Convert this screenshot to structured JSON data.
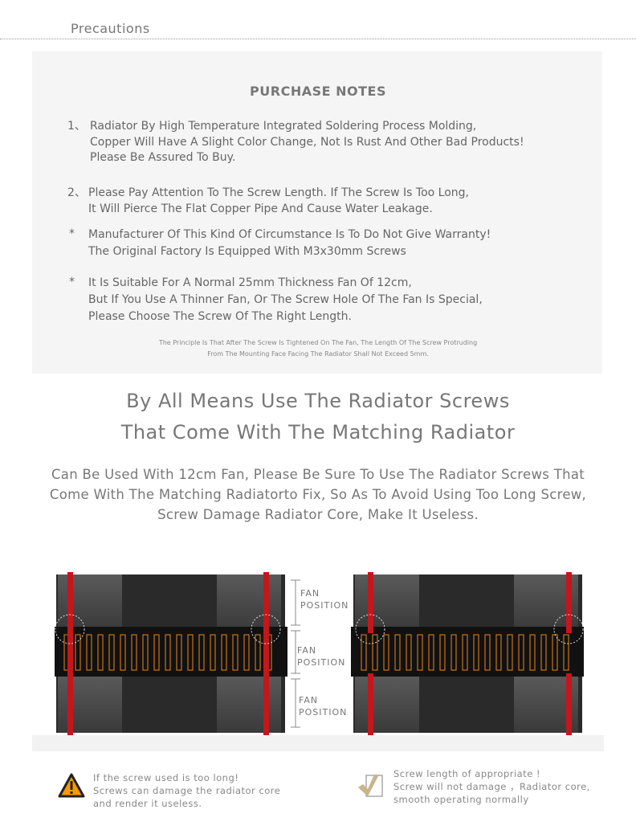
{
  "header": {
    "title": "Precautions"
  },
  "purchase_notes": {
    "title": "PURCHASE NOTES",
    "items": [
      {
        "marker": "1、",
        "lines": [
          "Radiator By High Temperature Integrated Soldering Process Molding,",
          "Copper Will Have A Slight Color Change, Not Is Rust And Other Bad Products!",
          "Please Be Assured To Buy."
        ]
      },
      {
        "marker": "2、",
        "lines": [
          "Please Pay Attention To The Screw Length. If The Screw Is Too Long,",
          "It Will Pierce The Flat Copper Pipe And Cause Water Leakage."
        ]
      },
      {
        "marker": "*",
        "lines": [
          "Manufacturer Of This Kind Of Circumstance Is To Do Not Give Warranty!",
          "The Original Factory Is Equipped With M3x30mm Screws"
        ]
      },
      {
        "marker": "*",
        "lines": [
          "It Is Suitable For A Normal 25mm Thickness Fan Of 12cm,",
          "But If You Use A Thinner Fan, Or The Screw Hole Of The Fan Is Special,",
          "Please Choose The Screw Of The Right Length."
        ]
      }
    ],
    "principle": [
      "The Principle Is That After The Screw Is Tightened On The Fan, The Length Of The Screw Protruding",
      "From The Mounting Face Facing The Radiator Shall Not Exceed 5mm."
    ]
  },
  "headline": [
    "By All Means Use The Radiator Screws",
    "That Come With The Matching Radiator"
  ],
  "description": [
    "Can Be Used With 12cm Fan, Please Be Sure To Use The Radiator Screws That",
    "Come With The Matching Radiatorto Fix, So As To Avoid Using Too Long Screw,",
    "Screw Damage Radiator Core, Make It Useless."
  ],
  "diagram_labels": [
    [
      "FAN",
      "POSITION"
    ],
    [
      "FAN",
      "POSITION"
    ],
    [
      "FAN",
      "POSITION"
    ]
  ],
  "warning": {
    "icon": "warning-icon",
    "color": "#f39c00",
    "lines": [
      "If the screw used is too long!",
      "Screws can damage the radiator core",
      "and render it useless."
    ]
  },
  "ok": {
    "icon": "check-icon",
    "color": "#c9b48a",
    "lines": [
      "Screw length of appropriate !",
      "Screw will not damage ，Radiator core,",
      "smooth operating normally"
    ]
  }
}
